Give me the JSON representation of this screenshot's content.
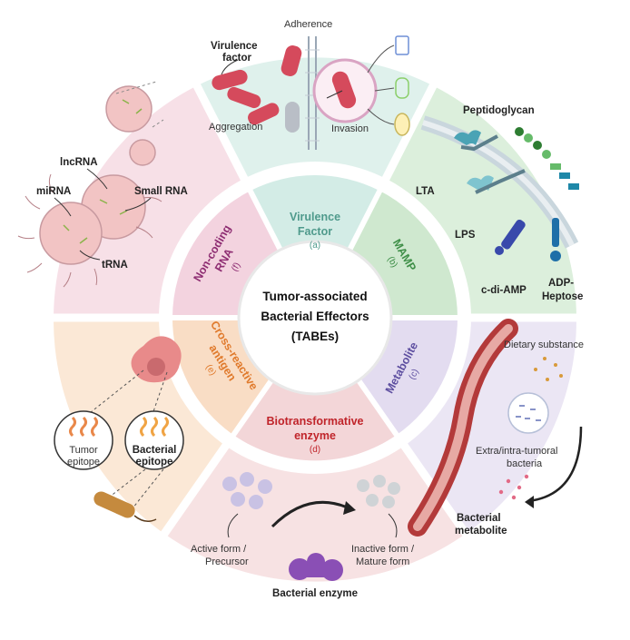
{
  "center": {
    "line1": "Tumor-associated",
    "line2": "Bacterial Effectors",
    "line3": "(TABEs)"
  },
  "segments": {
    "virulence": {
      "title_line1": "Virulence",
      "title_line2": "Factor",
      "tag": "(a)",
      "labels": {
        "adherence": "Adherence",
        "virulence_factor_1": "Virulence",
        "virulence_factor_2": "factor",
        "aggregation": "Aggregation",
        "invasion": "Invasion"
      }
    },
    "mamp": {
      "title": "MAMP",
      "tag": "(b)",
      "labels": {
        "peptidoglycan": "Peptidoglycan",
        "lta": "LTA",
        "lps": "LPS",
        "cdiamp": "c-di-AMP",
        "adp_1": "ADP-",
        "adp_2": "Heptose"
      }
    },
    "metabolite": {
      "title": "Metabolite",
      "tag": "(c)",
      "labels": {
        "dietary": "Dietary substance",
        "bacteria_1": "Extra/intra-tumoral",
        "bacteria_2": "bacteria",
        "bact_metab_1": "Bacterial",
        "bact_metab_2": "metabolite"
      }
    },
    "enzyme": {
      "title": "Biotransformative",
      "title_line2": "enzyme",
      "tag": "(d)",
      "labels": {
        "active_1": "Active form /",
        "active_2": "Precursor",
        "inactive_1": "Inactive form /",
        "inactive_2": "Mature form",
        "bact_enzyme": "Bacterial enzyme"
      }
    },
    "antigen": {
      "title_line1": "Cross-reactive",
      "title_line2": "antigen",
      "tag": "(e)",
      "labels": {
        "tumor_1": "Tumor",
        "tumor_2": "epitope",
        "bacterial_1": "Bacterial",
        "bacterial_2": "epitope"
      }
    },
    "ncrna": {
      "title_line1": "Non-coding",
      "title_line2": "RNA",
      "tag": "(f)",
      "labels": {
        "lncrna": "lncRNA",
        "mirna": "miRNA",
        "smallrna": "Small RNA",
        "trna": "tRNA"
      }
    }
  },
  "colors": {
    "virulence": "#dff1ec",
    "mamp": "#dcefdc",
    "metabolite": "#ebe6f4",
    "enzyme": "#f7e2e3",
    "antigen": "#fbe8d6",
    "ncrna": "#f7e0e7",
    "virulence_text": "#4f9a8c",
    "mamp_text": "#3f8f48",
    "metabolite_text": "#5d4ea0",
    "enzyme_text": "#c0242a",
    "antigen_text": "#e07a2c",
    "ncrna_text": "#8e2d72"
  }
}
